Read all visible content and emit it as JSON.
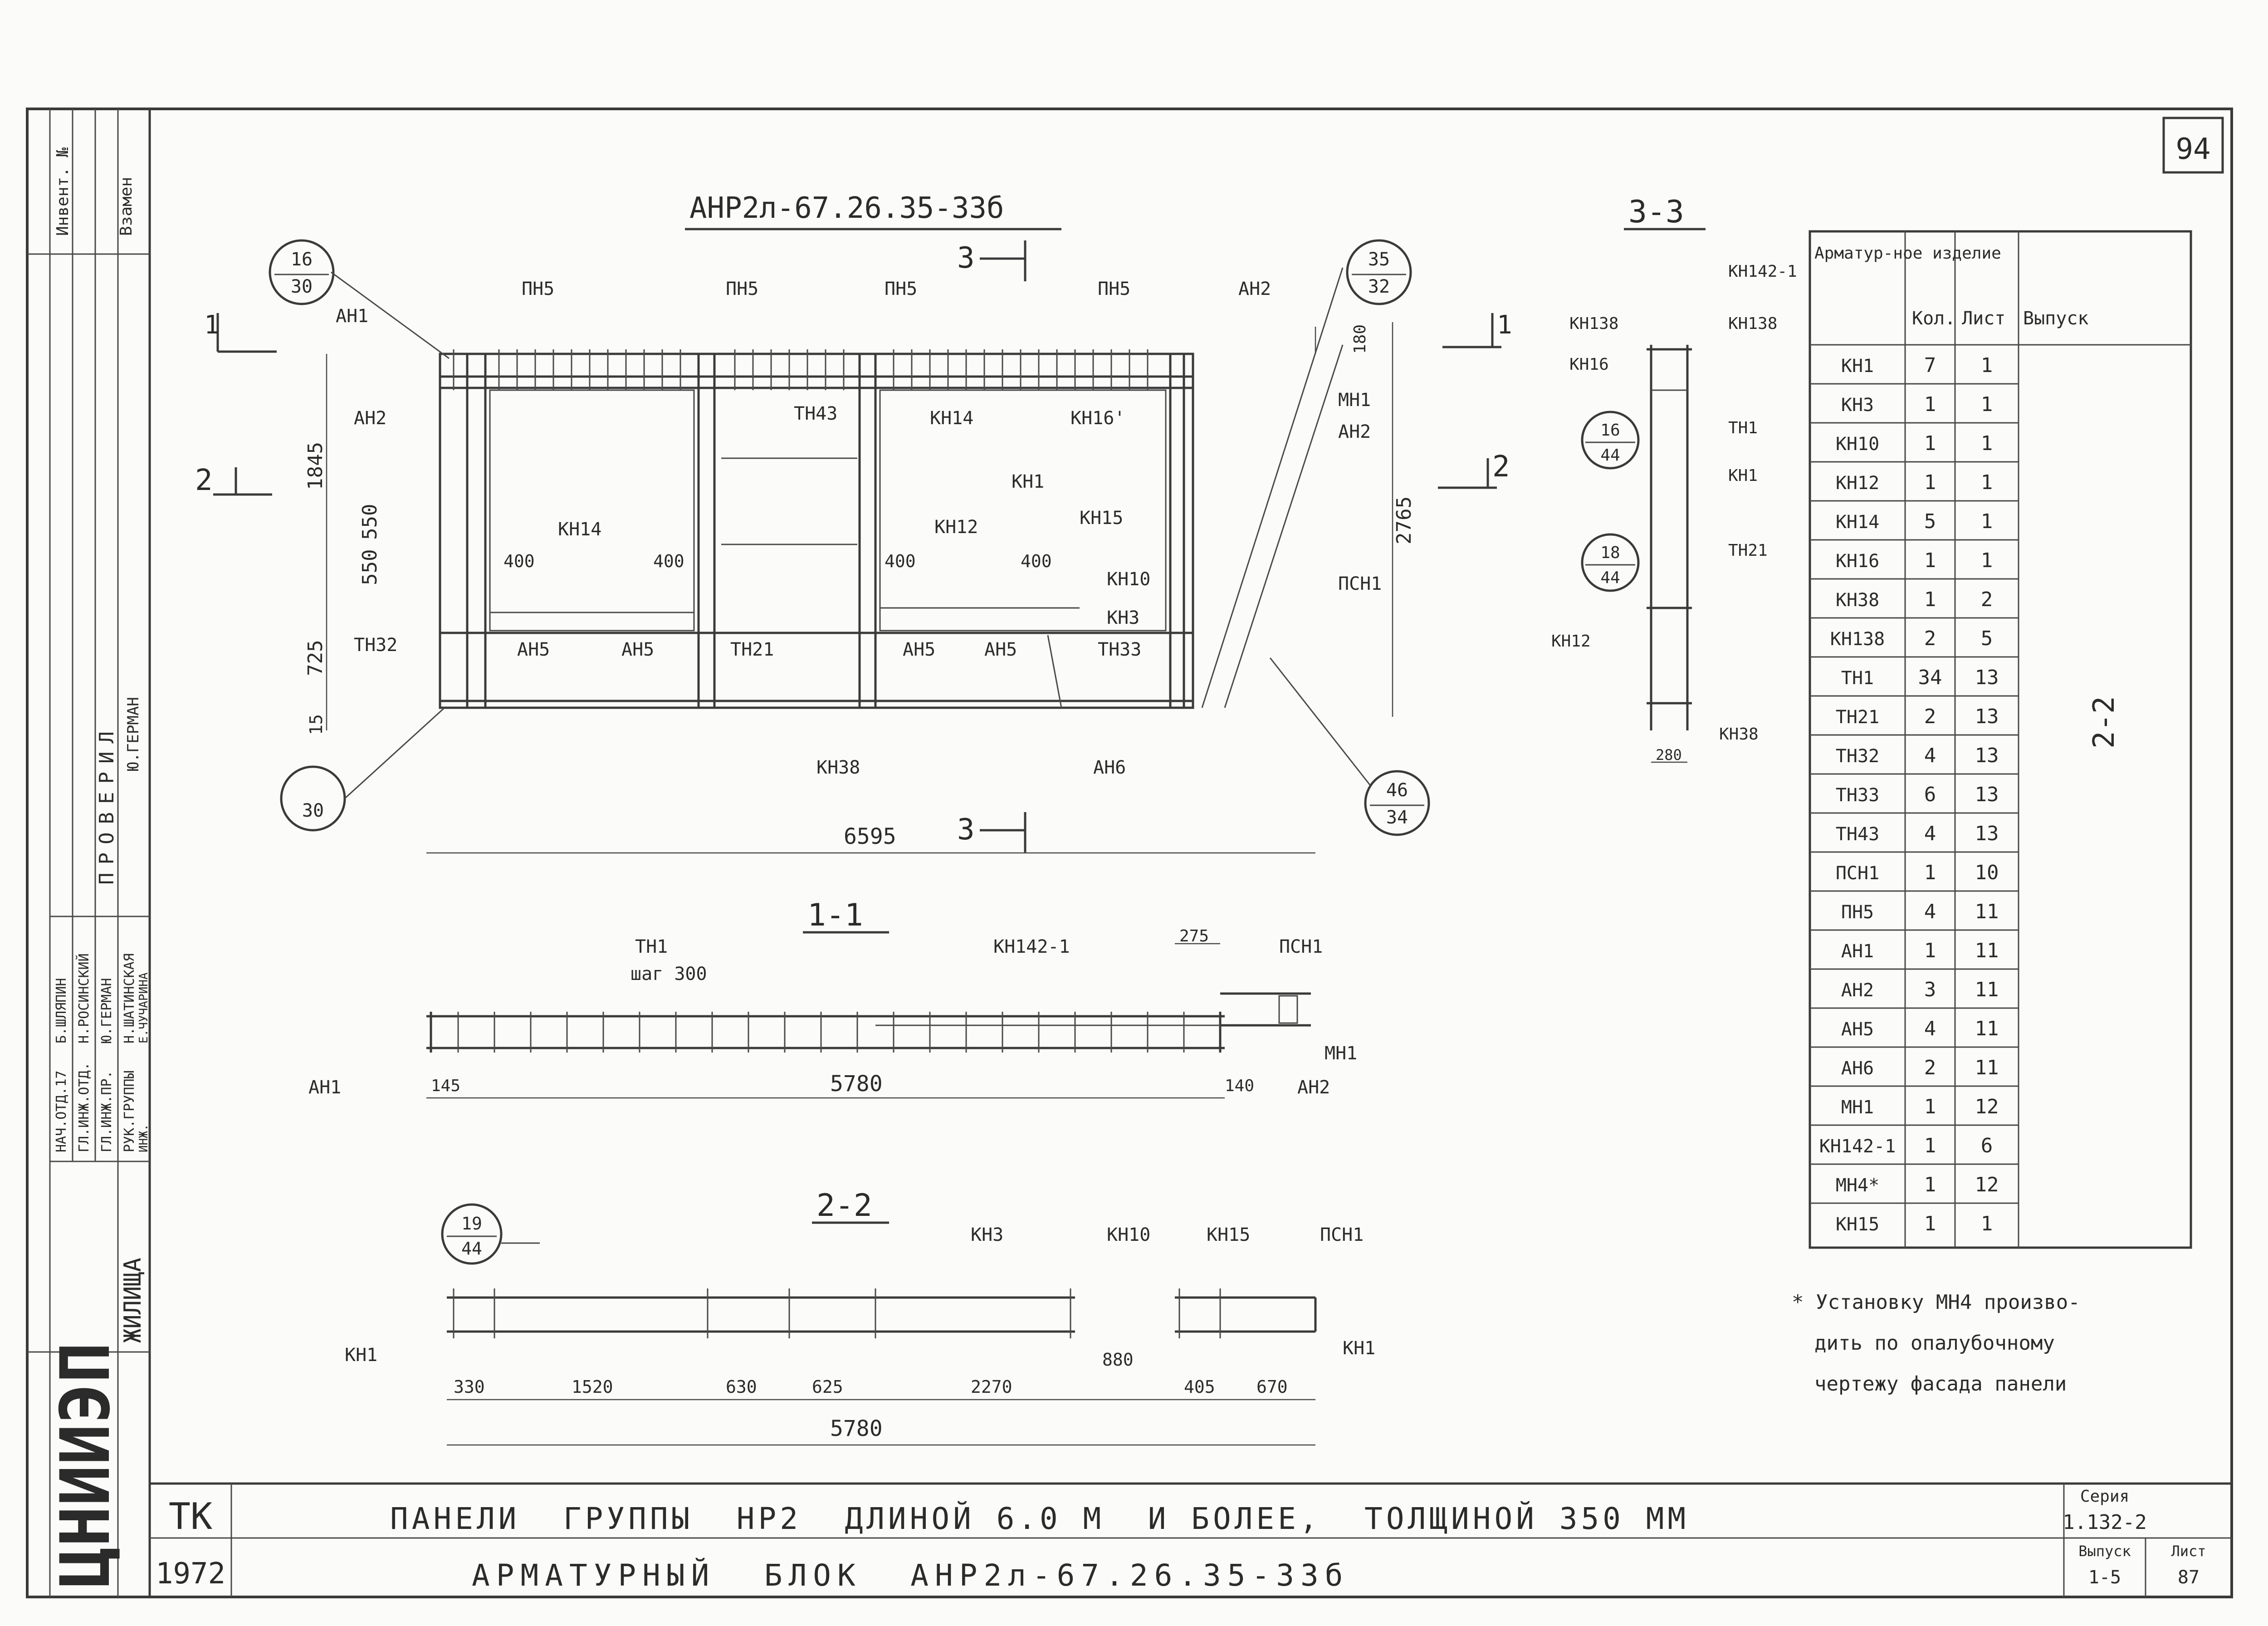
{
  "page_number": "94",
  "main_view": {
    "title": "АНР2л-67.26.35-33б",
    "labels": {
      "pn5": "ПН5",
      "an1": "АН1",
      "an2": "АН2",
      "an5": "АН5",
      "an6": "АН6",
      "mn1": "МН1",
      "psn1": "ПСН1",
      "tn43": "ТН43",
      "kn14": "КН14",
      "kn16": "КН16'",
      "kn1": "КН1",
      "kn12": "КН12",
      "kn15": "КН15",
      "kn10": "КН10",
      "kn3": "КН3",
      "tn33": "ТН33",
      "tn32": "ТН32",
      "tn21": "ТН21",
      "kn38": "КН38"
    },
    "callouts": {
      "c1_top": "16",
      "c1_bot": "30",
      "c2_top": "35",
      "c2_bot": "32",
      "c3_bot": "30",
      "c4_top": "46",
      "c4_bot": "34"
    },
    "dims": {
      "d1845": "1845",
      "d550a": "550",
      "d550b": "550",
      "d725": "725",
      "d15": "15",
      "d180": "180",
      "d2765": "2765",
      "d400a": "400",
      "d400b": "400",
      "d400c": "400",
      "d400d": "400",
      "d6595": "6595"
    },
    "section_marks": {
      "s1": "1",
      "s2": "2",
      "s3": "3"
    }
  },
  "section_1_1": {
    "title": "1-1",
    "labels": {
      "tn1": "ТН1",
      "step": "шаг 300",
      "kn142": "КН142-1",
      "psn1": "ПСН1",
      "mn1": "МН1",
      "an1": "АН1",
      "an2": "АН2"
    },
    "dims": {
      "d275": "275",
      "d145": "145",
      "d5780": "5780",
      "d140": "140"
    }
  },
  "section_2_2": {
    "title": "2-2",
    "labels": {
      "kn3": "КН3",
      "kn10": "КН10",
      "kn15": "КН15",
      "psn1": "ПСН1",
      "kn1a": "КН1",
      "kn1b": "КН1"
    },
    "callout": {
      "top": "19",
      "bot": "44"
    },
    "dims": {
      "d330": "330",
      "d1520": "1520",
      "d630": "630",
      "d625": "625",
      "d2270": "2270",
      "d880": "880",
      "d405": "405",
      "d670": "670",
      "d5780": "5780"
    }
  },
  "section_3_3": {
    "title": "3-3",
    "labels": {
      "kn142": "КН142-1",
      "kn138a": "КН138",
      "kn138b": "КН138",
      "kn16": "КН16",
      "tn1": "ТН1",
      "kn1": "КН1",
      "tn21": "ТН21",
      "kn12": "КН12",
      "kn38": "КН38"
    },
    "callouts": {
      "a_top": "16",
      "a_bot": "44",
      "b_top": "18",
      "b_bot": "44"
    },
    "dims": {
      "d280": "280"
    }
  },
  "spec_table": {
    "headers": [
      "Арматур-ное изделие",
      "Кол.",
      "Лист",
      "Выпуск"
    ],
    "issue": "2-2",
    "rows": [
      [
        "КН1",
        "7",
        "1"
      ],
      [
        "КН3",
        "1",
        "1"
      ],
      [
        "КН10",
        "1",
        "1"
      ],
      [
        "КН12",
        "1",
        "1"
      ],
      [
        "КН14",
        "5",
        "1"
      ],
      [
        "КН16",
        "1",
        "1"
      ],
      [
        "КН38",
        "1",
        "2"
      ],
      [
        "КН138",
        "2",
        "5"
      ],
      [
        "ТН1",
        "34",
        "13"
      ],
      [
        "ТН21",
        "2",
        "13"
      ],
      [
        "ТН32",
        "4",
        "13"
      ],
      [
        "ТН33",
        "6",
        "13"
      ],
      [
        "ТН43",
        "4",
        "13"
      ],
      [
        "ПСН1",
        "1",
        "10"
      ],
      [
        "ПН5",
        "4",
        "11"
      ],
      [
        "АН1",
        "1",
        "11"
      ],
      [
        "АН2",
        "3",
        "11"
      ],
      [
        "АН5",
        "4",
        "11"
      ],
      [
        "АН6",
        "2",
        "11"
      ],
      [
        "МН1",
        "1",
        "12"
      ],
      [
        "КН142-1",
        "1",
        "6"
      ],
      [
        "МН4*",
        "1",
        "12"
      ],
      [
        "КН15",
        "1",
        "1"
      ]
    ]
  },
  "note": {
    "line1": "* Установку МН4 произво-",
    "line2": "дить по опалубочному",
    "line3": "чертежу фасада панели"
  },
  "left_strip": {
    "inv": "Инвент. №",
    "vzamen": "Взамен",
    "proveril": "ПРОВЕРИЛ",
    "german": "Ю.ГЕРМАН",
    "roles": [
      "НАЧ.ОТД.17",
      "ГЛ.ИНЖ.ОТД.",
      "ГЛ.ИНЖ.ПР.",
      "РУК.ГРУППЫ",
      "ИНЖ."
    ],
    "names": [
      "Б.ШЛЯПИН",
      "Н.РОСИНСКИЙ",
      "Ю.ГЕРМАН",
      "Н.ШАТИНСКАЯ",
      "Е.ЧУЧАРИНА"
    ],
    "zhilishch": "ЖИЛИЩА",
    "org": "ЦНИИЭП"
  },
  "title_block": {
    "tk": "ТК",
    "year": "1972",
    "line1": "ПАНЕЛИ  ГРУППЫ  НР2  ДЛИНОЙ 6.0 М  И БОЛЕЕ,  ТОЛЩИНОЙ 350 ММ",
    "line2": "АРМАТУРНЫЙ  БЛОК  АНР2л-67.26.35-33б",
    "seria_label": "Серия",
    "seria": "1.132-2",
    "vypusk_label": "Выпуск",
    "vypusk": "1-5",
    "list_label": "Лист",
    "list": "87"
  }
}
